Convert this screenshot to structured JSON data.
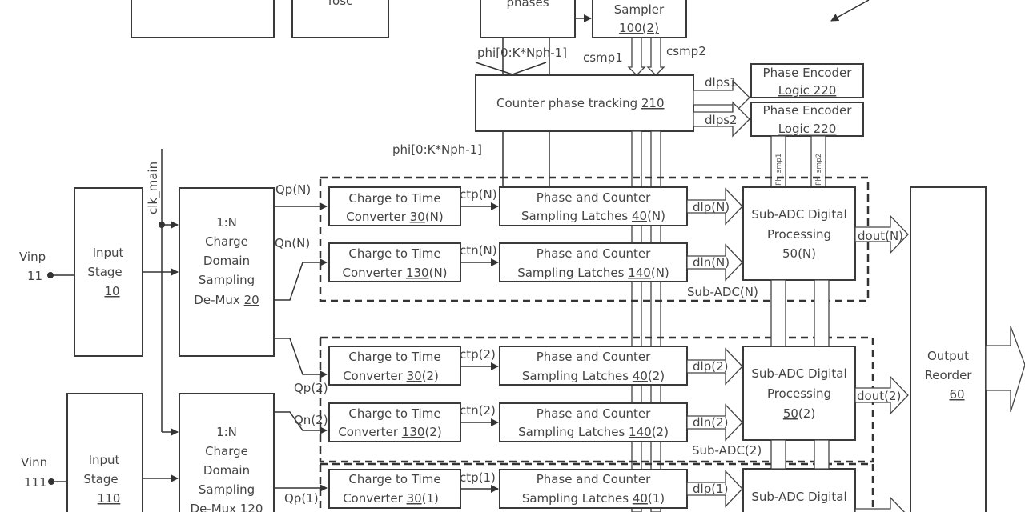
{
  "diagram": {
    "top_blocks": {
      "osc_label": "fosc",
      "phases_label": "phases",
      "sampler": {
        "line1": "Sampler",
        "line2": "100(2)"
      }
    },
    "signals": {
      "phi_top": "phi[0:K*Nph-1]",
      "phi_left": "phi[0:K*Nph-1]",
      "csmp1": "csmp1",
      "csmp2": "csmp2",
      "dlps1": "dlps1",
      "dlps2": "dlps2",
      "ph_smp1": "Ph_smp1",
      "ph_smp2": "Ph_smp2",
      "clk_main": "clk_main"
    },
    "counter_phase_tracking": {
      "label": "Counter phase tracking ",
      "ref": "210"
    },
    "phase_encoder_1": {
      "line1": "Phase Encoder",
      "line2": "Logic 220"
    },
    "phase_encoder_2": {
      "line1": "Phase Encoder",
      "line2": "Logic 220"
    },
    "vinp": {
      "line1": "Vinp",
      "line2": "11"
    },
    "vinn": {
      "line1": "Vinn",
      "line2": "111"
    },
    "input_stage_p": {
      "line1": "Input",
      "line2": "Stage",
      "ref": "10"
    },
    "input_stage_n": {
      "line1": "Input",
      "line2": "Stage",
      "ref": "110"
    },
    "demux_p": {
      "line1": "1:N",
      "line2": "Charge",
      "line3": "Domain",
      "line4": "Sampling",
      "line5": "De-Mux ",
      "ref": "20"
    },
    "demux_n": {
      "line1": "1:N",
      "line2": "Charge",
      "line3": "Domain",
      "line4": "Sampling",
      "line5": "De-Mux 120"
    },
    "charge_labels": {
      "qpN": "Qp(N)",
      "qnN": "Qn(N)",
      "qp2": "Qp(2)",
      "qn2": "Qn(2)",
      "qp1": "Qp(1)"
    },
    "subadc_N": {
      "ctc_p": {
        "line1": "Charge to Time",
        "line2": "Converter  ",
        "ref": "30",
        "suffix": "(N)"
      },
      "ctc_n": {
        "line1": "Charge to Time",
        "line2": "Converter  ",
        "ref": "130",
        "suffix": "(N)"
      },
      "ctp": "ctp(N)",
      "ctn": "ctn(N)",
      "latch_p": {
        "line1": "Phase and Counter",
        "line2": "Sampling Latches  ",
        "ref": "40",
        "suffix": "(N)"
      },
      "latch_n": {
        "line1": "Phase and Counter",
        "line2": "Sampling Latches  ",
        "ref": "140",
        "suffix": "(N)"
      },
      "dlp": "dlp(N)",
      "dln": "dln(N)",
      "dsp": {
        "line1": "Sub-ADC Digital",
        "line2": "Processing",
        "line3": "50(N)"
      },
      "dout": "dout(N)",
      "group_label": "Sub-ADC(N)"
    },
    "subadc_2": {
      "ctc_p": {
        "line1": "Charge to Time",
        "line2": "Converter  ",
        "ref": "30",
        "suffix": "(2)"
      },
      "ctc_n": {
        "line1": "Charge to Time",
        "line2": "Converter ",
        "ref": "130",
        "suffix": "(2)"
      },
      "ctp": "ctp(2)",
      "ctn": "ctn(2)",
      "latch_p": {
        "line1": "Phase and Counter",
        "line2": "Sampling Latches ",
        "ref": "40",
        "suffix": "(2)"
      },
      "latch_n": {
        "line1": "Phase and Counter",
        "line2": "Sampling Latches ",
        "ref": "140",
        "suffix": "(2)"
      },
      "dlp": "dlp(2)",
      "dln": "dln(2)",
      "dsp": {
        "line1": "Sub-ADC Digital",
        "line2": "Processing",
        "ref": "50",
        "suffix": "(2)"
      },
      "dout": "dout(2)",
      "group_label": "Sub-ADC(2)"
    },
    "subadc_1": {
      "ctc_p": {
        "line1": "Charge to Time",
        "line2": "Converter  ",
        "ref": "30",
        "suffix": "(1)"
      },
      "ctp": "ctp(1)",
      "latch_p": {
        "line1": "Phase and Counter",
        "line2": "Sampling Latches ",
        "ref": "40",
        "suffix": "(1)"
      },
      "dlp": "dlp(1)",
      "dsp": {
        "line1": "Sub-ADC Digital"
      }
    },
    "output_reorder": {
      "line1": "Output",
      "line2": "Reorder",
      "ref": "60"
    }
  }
}
